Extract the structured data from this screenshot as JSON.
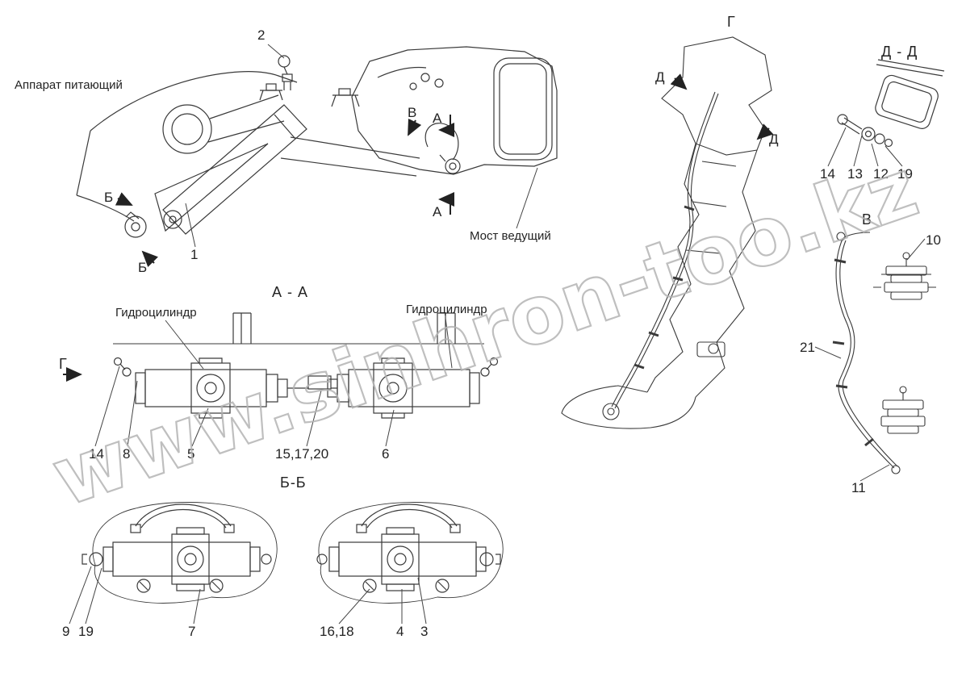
{
  "watermark": "www.sinhron-too.kz",
  "part_labels": {
    "apparatus": "Аппарат питающий",
    "axle": "Мост ведущий",
    "hydrocylinder_left": "Гидроцилиндр",
    "hydrocylinder_right": "Гидроцилиндр"
  },
  "sections": {
    "aa": "А - А",
    "bb": "Б-Б",
    "dd": "Д - Д",
    "g_top": "Г",
    "g_left": "Г",
    "v_top": "В",
    "v_right": "В",
    "a_top": "А",
    "a_bottom": "А",
    "b_top": "Б",
    "b_bottom": "Б",
    "d_top": "Д",
    "d_right": "Д"
  },
  "callouts": {
    "n1": "1",
    "n2": "2",
    "n3": "3",
    "n4": "4",
    "n5": "5",
    "n6": "6",
    "n7": "7",
    "n8": "8",
    "n9": "9",
    "n10": "10",
    "n11": "11",
    "n12": "12",
    "n13": "13",
    "n14_dd": "14",
    "n19_dd": "19",
    "n14_aa": "14",
    "n15_17_20": "15,17,20",
    "n16_18": "16,18",
    "n19_bb": "19",
    "n21": "21"
  }
}
